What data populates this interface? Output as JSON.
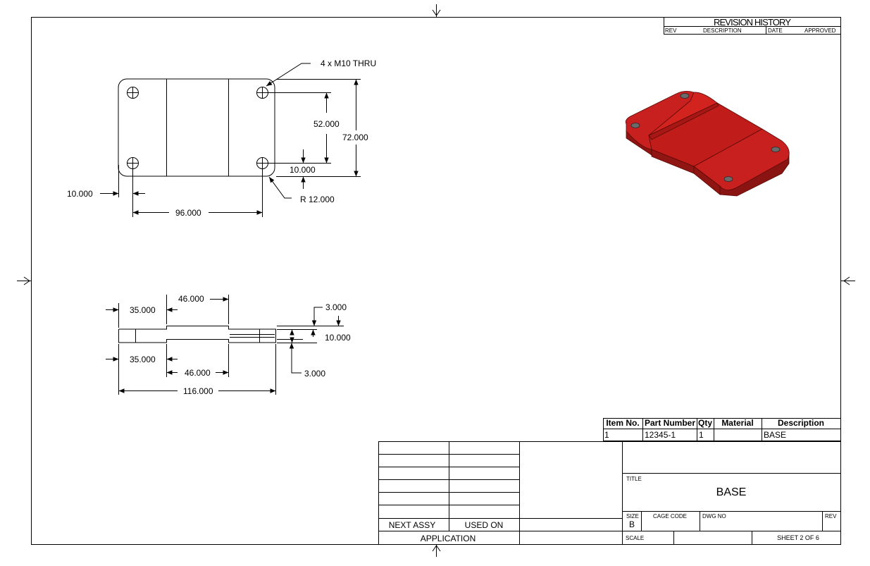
{
  "revision_block": {
    "title": "REVISION HISTORY",
    "columns": [
      "REV",
      "DESCRIPTION",
      "DATE",
      "APPROVED"
    ]
  },
  "plan_view": {
    "hole_note": "4 x M10 THRU",
    "dim_hole_spacing_y": "52.000",
    "dim_overall_height": "72.000",
    "dim_hole_offset_y": "10.000",
    "dim_radius": "R 12.000",
    "dim_hole_offset_x": "10.000",
    "dim_hole_spacing_x": "96.000"
  },
  "side_view": {
    "dim_top_left": "35.000",
    "dim_top_slot": "46.000",
    "dim_step_top": "3.000",
    "dim_thickness": "10.000",
    "dim_bottom_left": "35.000",
    "dim_bottom_slot": "46.000",
    "dim_step_bottom": "3.000",
    "dim_overall_length": "116.000"
  },
  "model_view": {
    "color": "#c8201e"
  },
  "bom": {
    "headers": [
      "Item No.",
      "Part Number",
      "Qty",
      "Material",
      "Description"
    ],
    "rows": [
      [
        "1",
        "12345-1",
        "1",
        "",
        "BASE"
      ]
    ]
  },
  "title_block": {
    "next_assy": "NEXT ASSY",
    "used_on": "USED ON",
    "application": "APPLICATION",
    "title_label": "TITLE",
    "title": "BASE",
    "size_label": "SIZE",
    "size": "B",
    "cage_code_label": "CAGE CODE",
    "dwg_no_label": "DWG NO",
    "rev_label": "REV",
    "scale_label": "SCALE",
    "sheet": "SHEET 2 OF 6"
  }
}
